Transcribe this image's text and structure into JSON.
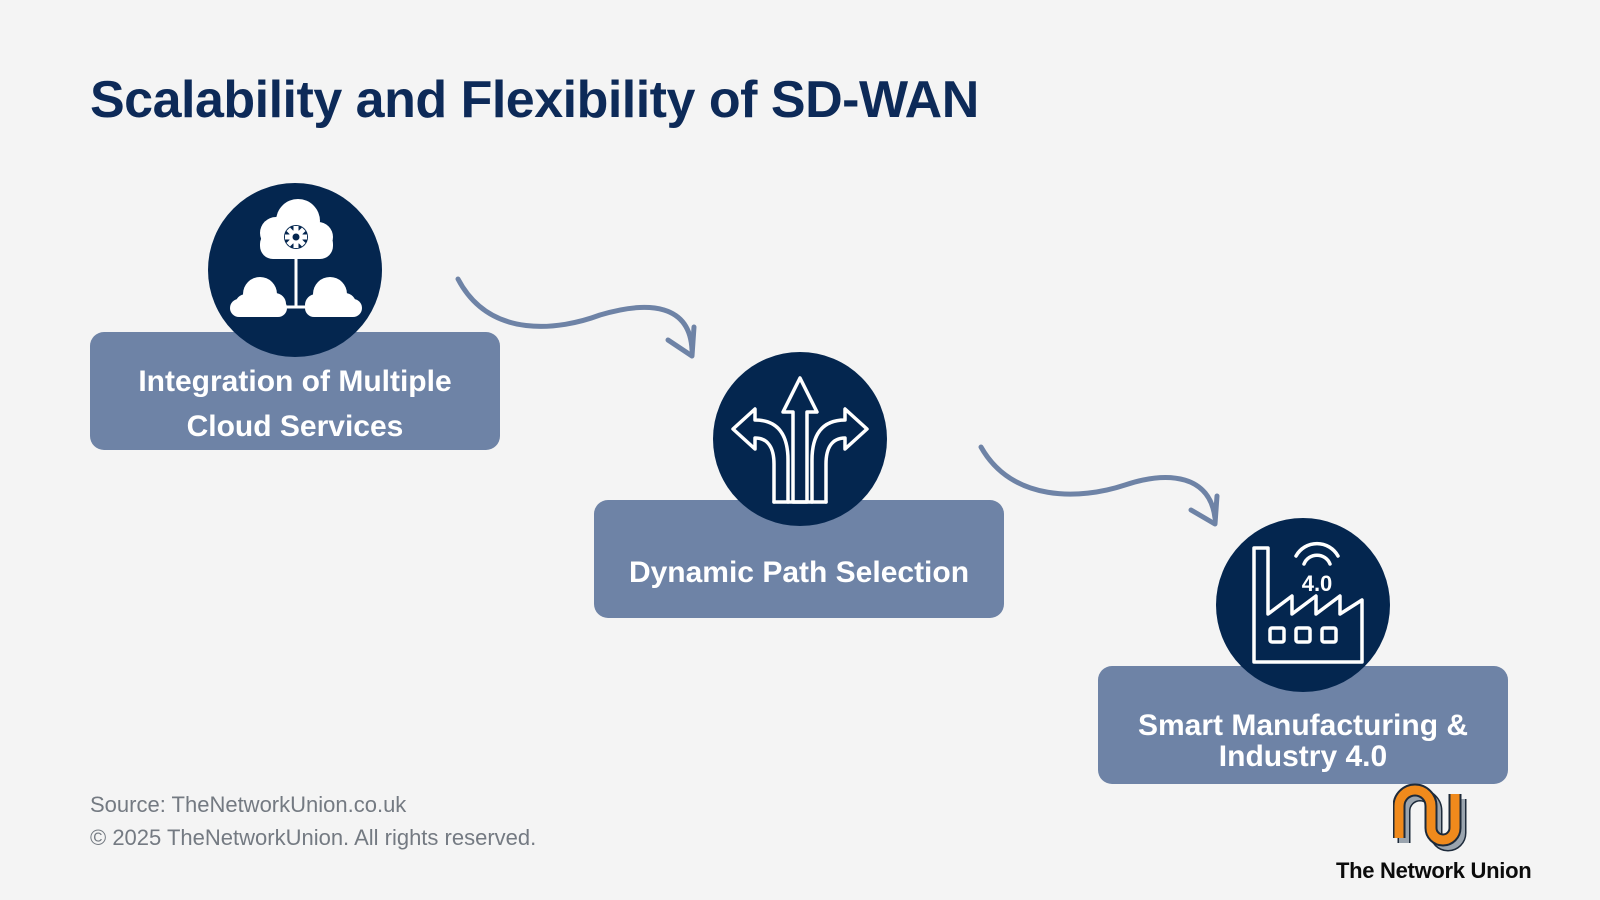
{
  "title": "Scalability and Flexibility of SD-WAN",
  "steps": [
    {
      "label": "Integration of Multiple Cloud Services",
      "icon": "cloud-network-icon"
    },
    {
      "label": "Dynamic Path Selection",
      "icon": "split-arrows-icon"
    },
    {
      "label": "Smart Manufacturing & Industry 4.0",
      "icon": "smart-factory-icon",
      "icon_text": "4.0"
    }
  ],
  "footer": {
    "source": "Source: TheNetworkUnion.co.uk",
    "copyright": "© 2025 TheNetworkUnion. All rights reserved."
  },
  "brand": {
    "name": "The Network Union",
    "icon": "network-union-logo"
  },
  "colors": {
    "background": "#f4f4f4",
    "title": "#0d2a58",
    "circle": "#04264f",
    "box": "#6e83a6",
    "connector": "#6e83a6",
    "logo_orange": "#f08a1c",
    "logo_outline": "#1d2a3a"
  }
}
